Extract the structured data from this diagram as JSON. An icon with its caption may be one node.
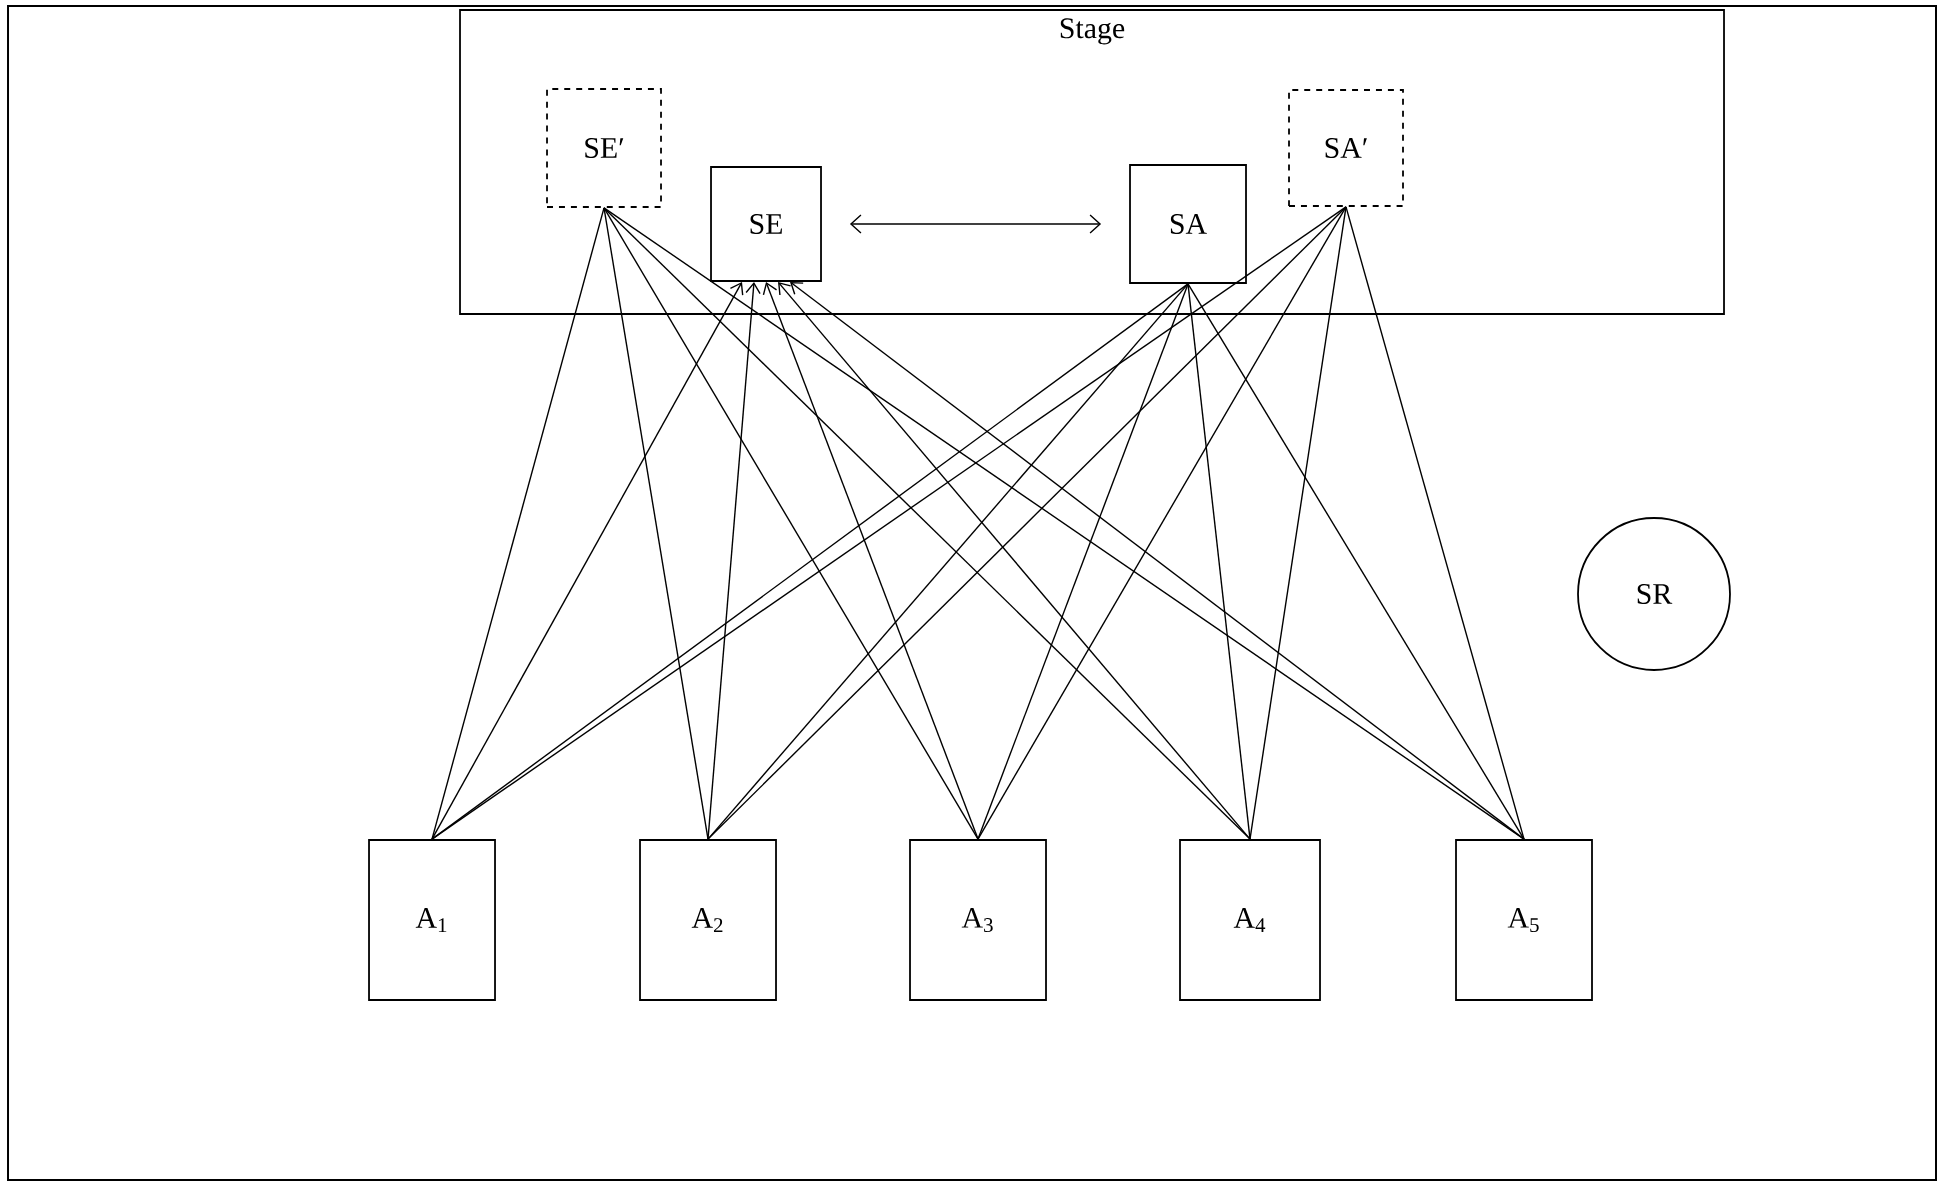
{
  "diagram": {
    "nodes": [
      {
        "text": [
          "Stage"
        ]
      },
      {
        "text": [
          "SE′"
        ],
        "in": 0
      },
      {
        "text": [
          "SE"
        ],
        "in": 0
      },
      {
        "text": [
          "SA"
        ],
        "in": 0
      },
      {
        "text": [
          "SA′"
        ],
        "in": 0
      },
      {
        "text": [
          "SR"
        ]
      },
      {
        "text": [
          "A$_{1}$"
        ]
      },
      {
        "text": [
          "A$_{2}$"
        ]
      },
      {
        "text": [
          "A$_{3}$"
        ]
      },
      {
        "text": [
          "A$_{4}$"
        ]
      },
      {
        "text": [
          "A$_{5}$"
        ]
      }
    ],
    "edges": [
      {
        "from": 2,
        "to": 3,
        "arrow": "both"
      },
      {
        "from": 1,
        "to": 6,
        "arrow": "none"
      },
      {
        "from": 1,
        "to": 7,
        "arrow": "none"
      },
      {
        "from": 1,
        "to": 8,
        "arrow": "none"
      },
      {
        "from": 1,
        "to": 9,
        "arrow": "none"
      },
      {
        "from": 1,
        "to": 10,
        "arrow": "none"
      },
      {
        "from": 6,
        "to": 2,
        "arrow": "to"
      },
      {
        "from": 7,
        "to": 2,
        "arrow": "to"
      },
      {
        "from": 8,
        "to": 2,
        "arrow": "to"
      },
      {
        "from": 9,
        "to": 2,
        "arrow": "to"
      },
      {
        "from": 10,
        "to": 2,
        "arrow": "to"
      },
      {
        "from": 3,
        "to": 6,
        "arrow": "none"
      },
      {
        "from": 3,
        "to": 7,
        "arrow": "none"
      },
      {
        "from": 3,
        "to": 8,
        "arrow": "none"
      },
      {
        "from": 3,
        "to": 9,
        "arrow": "none"
      },
      {
        "from": 3,
        "to": 10,
        "arrow": "none"
      },
      {
        "from": 4,
        "to": 6,
        "arrow": "none"
      },
      {
        "from": 4,
        "to": 7,
        "arrow": "none"
      },
      {
        "from": 4,
        "to": 8,
        "arrow": "none"
      },
      {
        "from": 4,
        "to": 9,
        "arrow": "none"
      },
      {
        "from": 4,
        "to": 10,
        "arrow": "none"
      }
    ]
  }
}
